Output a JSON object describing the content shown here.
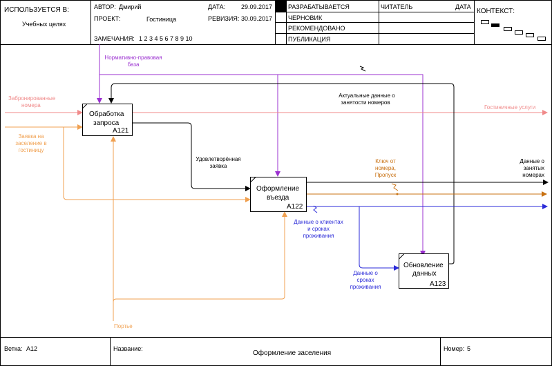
{
  "header": {
    "used_at_label": "ИСПОЛЬЗУЕТСЯ В:",
    "used_at_value": "Учебных целях",
    "author_label": "АВТОР:",
    "author_value": "Дмирий",
    "date_label": "ДАТА:",
    "date_value": "29.09.2017",
    "project_label": "ПРОЕКТ:",
    "project_value": "Гостиница",
    "revision_label": "РЕВИЗИЯ:",
    "revision_value": "30.09.2017",
    "notes_label": "ЗАМЕЧАНИЯ:",
    "notes_numbers": "1  2  3  4  5  6  7  8  9  10",
    "status_working": "РАЗРАБАТЫВАЕТСЯ",
    "status_draft": "ЧЕРНОВИК",
    "status_recommended": "РЕКОМЕНДОВАНО",
    "status_publication": "ПУБЛИКАЦИЯ",
    "reader_label": "ЧИТАТЕЛЬ",
    "reader_date_label": "ДАТА",
    "context_label": "КОНТЕКСТ:"
  },
  "boxes": {
    "a121": {
      "title1": "Обработка",
      "title2": "запроса",
      "code": "А121"
    },
    "a122": {
      "title1": "Оформление",
      "title2": "въезда",
      "code": "А122"
    },
    "a123": {
      "title1": "Обновление",
      "title2": "данных",
      "code": "А123"
    }
  },
  "labels": {
    "reg_base1": "Нормативно-правовая",
    "reg_base2": "база",
    "booked1": "Забронированные",
    "booked2": "номера",
    "request1": "Заявка на",
    "request2": "заселение в",
    "request3": "гостиницу",
    "satisfied1": "Удовлетворённая",
    "satisfied2": "заявка",
    "actual1": "Актуальные данные о",
    "actual2": "занятости номеров",
    "services": "Гостиничные услуги",
    "key1": "Ключ от",
    "key2": "номера,",
    "key3": "Пропуск",
    "occupied1": "Данные о",
    "occupied2": "занятых",
    "occupied3": "номерах",
    "clients1": "Данные о клиентах",
    "clients2": "и сроках",
    "clients3": "проживания",
    "stay1": "Данные о",
    "stay2": "сроках",
    "stay3": "проживания",
    "porter": "Портье"
  },
  "footer": {
    "node_label": "Ветка:",
    "node_value": "А12",
    "name_label": "Название:",
    "name_value": "Оформление заселения",
    "number_label": "Номер:",
    "number_value": "5"
  },
  "colors": {
    "purple": "#9b30d0",
    "pink": "#f08a8a",
    "orange": "#f0a050",
    "dark_orange": "#c87010",
    "blue": "#2a2ad8",
    "black": "#000000"
  }
}
